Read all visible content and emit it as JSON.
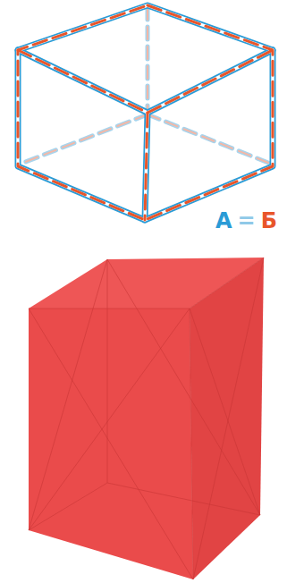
{
  "diagram": {
    "labels": [
      "А",
      "=",
      "Б"
    ]
  }
}
